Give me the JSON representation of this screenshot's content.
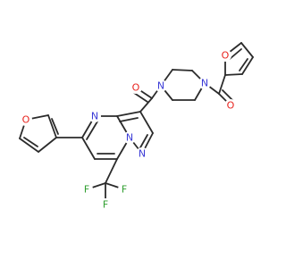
{
  "colors": {
    "bond": "#2b2b2b",
    "carbon": "#2b2b2b",
    "oxygen": "#e8231e",
    "nitrogen": "#3a3ad6",
    "fluorine": "#2e9e2e"
  },
  "atoms": [
    {
      "id": "o_furan_left",
      "label": "O",
      "element": "oxygen"
    },
    {
      "id": "n_pyrimidine",
      "label": "N",
      "element": "nitrogen"
    },
    {
      "id": "o_carbonyl_left",
      "label": "O",
      "element": "oxygen"
    },
    {
      "id": "n_piperazine_1",
      "label": "N",
      "element": "nitrogen"
    },
    {
      "id": "n_piperazine_4",
      "label": "N",
      "element": "nitrogen"
    },
    {
      "id": "o_furan_right",
      "label": "O",
      "element": "oxygen"
    },
    {
      "id": "o_carbonyl_right",
      "label": "O",
      "element": "oxygen"
    },
    {
      "id": "n_bridge",
      "label": "N",
      "element": "nitrogen"
    },
    {
      "id": "n_pyrazole",
      "label": "N",
      "element": "nitrogen"
    },
    {
      "id": "f_1",
      "label": "F",
      "element": "fluorine"
    },
    {
      "id": "f_2",
      "label": "F",
      "element": "fluorine"
    },
    {
      "id": "f_3",
      "label": "F",
      "element": "fluorine"
    }
  ]
}
